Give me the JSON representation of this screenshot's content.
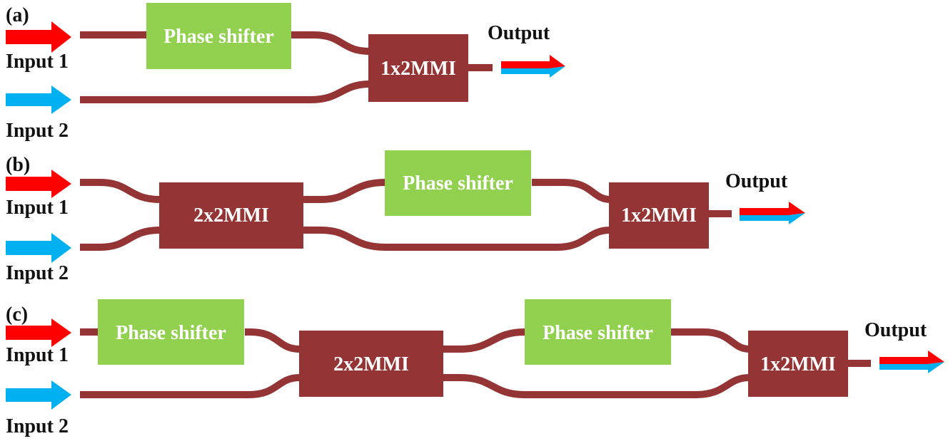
{
  "colors": {
    "waveguide": "#943434",
    "mmi": "#943434",
    "phase_shifter": "#92d050",
    "input1_arrow": "#ff0000",
    "input2_arrow": "#00b0f0",
    "text": "#111111",
    "block_text": "#ffffff"
  },
  "panels": {
    "a": {
      "tag": "(a)",
      "input1": "Input 1",
      "input2": "Input 2",
      "output": "Output",
      "phase_shifter": "Phase shifter",
      "mmi_out": "1x2MMI"
    },
    "b": {
      "tag": "(b)",
      "input1": "Input 1",
      "input2": "Input 2",
      "output": "Output",
      "mmi_in": "2x2MMI",
      "phase_shifter": "Phase shifter",
      "mmi_out": "1x2MMI"
    },
    "c": {
      "tag": "(c)",
      "input1": "Input 1",
      "input2": "Input 2",
      "output": "Output",
      "phase_shifter_1": "Phase shifter",
      "mmi_in": "2x2MMI",
      "phase_shifter_2": "Phase shifter",
      "mmi_out": "1x2MMI"
    }
  }
}
